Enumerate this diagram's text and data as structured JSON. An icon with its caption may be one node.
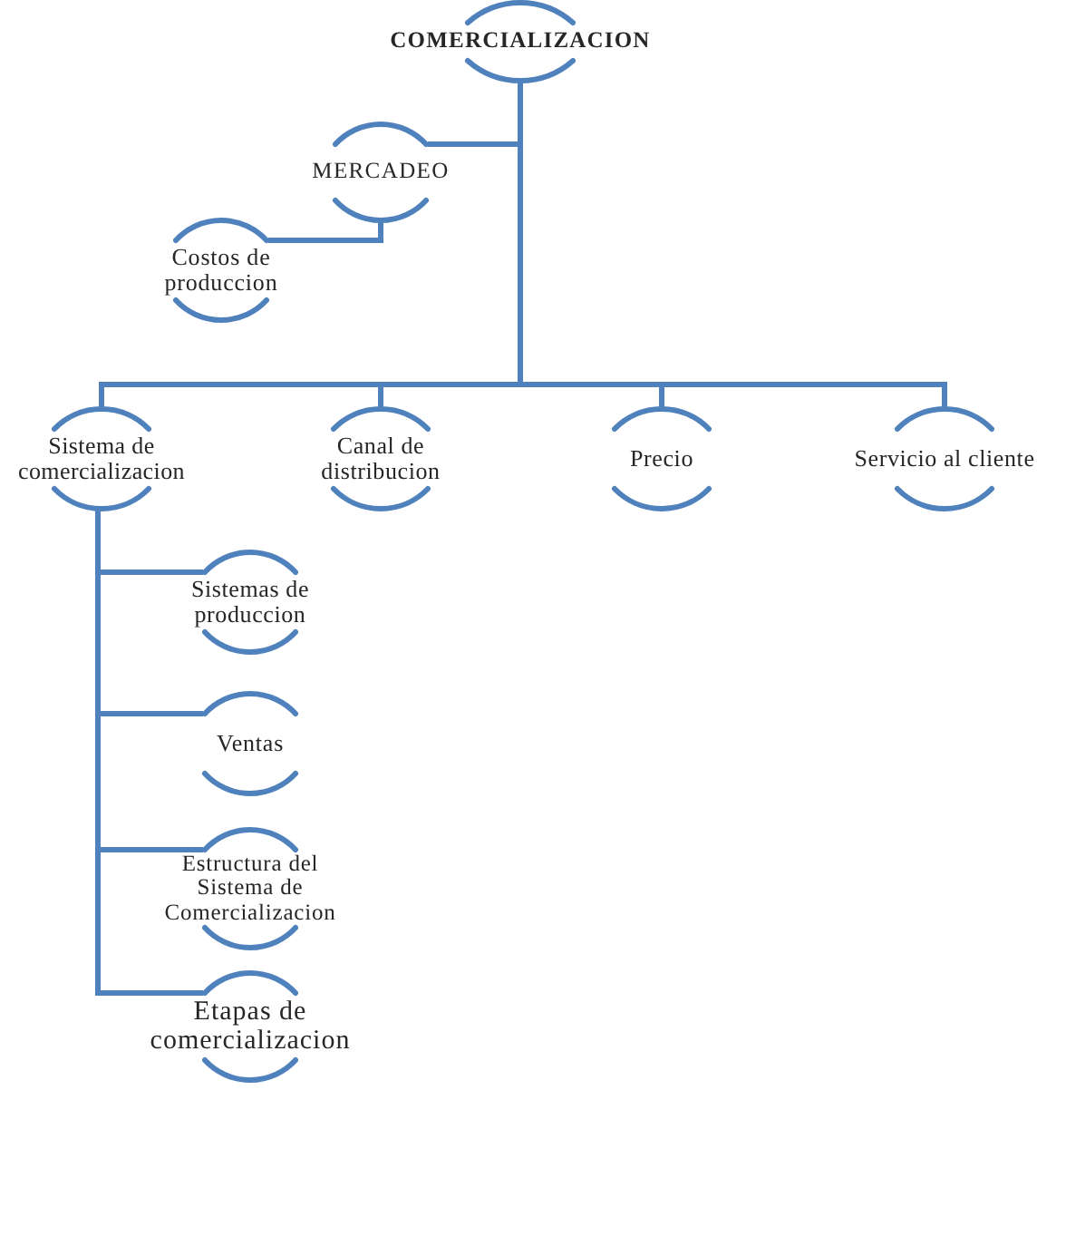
{
  "diagram": {
    "nodes": [
      {
        "text": [
          "COMERCIALIZACION"
        ]
      },
      {
        "text": [
          "MERCADEO"
        ]
      },
      {
        "text": [
          "Costos de produccion"
        ]
      },
      {
        "text": [
          "Sistema de comercializacion"
        ]
      },
      {
        "text": [
          "Canal de distribucion"
        ]
      },
      {
        "text": [
          "Precio"
        ]
      },
      {
        "text": [
          "Servicio al cliente"
        ]
      },
      {
        "text": [
          "Sistemas de produccion"
        ]
      },
      {
        "text": [
          "Ventas"
        ]
      },
      {
        "text": [
          "Estructura del Sistema de Comercializacion"
        ]
      },
      {
        "text": [
          "Etapas de comercializacion"
        ]
      }
    ],
    "edges": [
      {
        "from": 0,
        "to": 1,
        "arrow": "none"
      },
      {
        "from": 1,
        "to": 2,
        "arrow": "none"
      },
      {
        "from": 0,
        "to": 3,
        "arrow": "none"
      },
      {
        "from": 0,
        "to": 4,
        "arrow": "none"
      },
      {
        "from": 0,
        "to": 5,
        "arrow": "none"
      },
      {
        "from": 0,
        "to": 6,
        "arrow": "none"
      },
      {
        "from": 3,
        "to": 7,
        "arrow": "none"
      },
      {
        "from": 3,
        "to": 8,
        "arrow": "none"
      },
      {
        "from": 3,
        "to": 9,
        "arrow": "none"
      },
      {
        "from": 3,
        "to": 10,
        "arrow": "none"
      }
    ]
  }
}
